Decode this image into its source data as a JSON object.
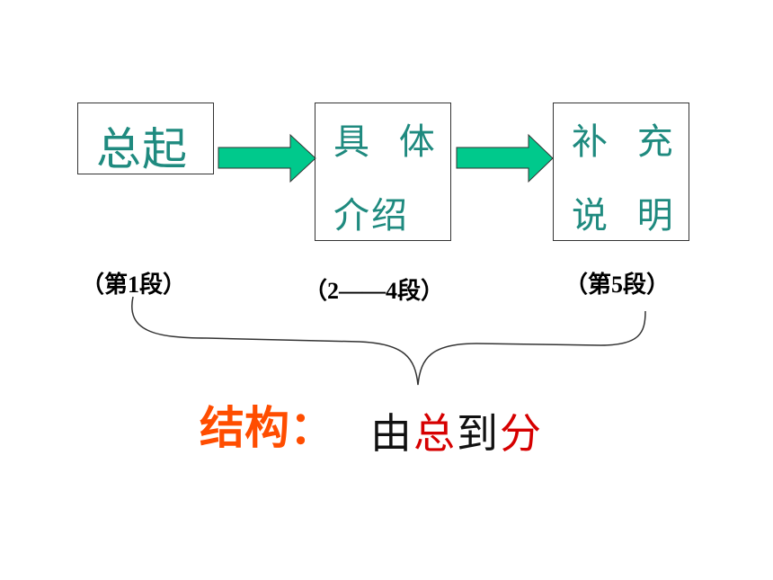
{
  "diagram": {
    "boxes": [
      {
        "lines": [
          "总起"
        ]
      },
      {
        "lines": [
          "具 体",
          "介绍"
        ]
      },
      {
        "lines": [
          "补 充",
          "说 明"
        ]
      }
    ],
    "paragraph_labels": [
      "（第1段）",
      "（2——4段）",
      "（第5段）"
    ],
    "structure": {
      "label": "结构：",
      "value_parts": [
        "由",
        "总",
        "到",
        "分"
      ]
    }
  },
  "colors": {
    "box_text": "#1f8a7f",
    "arrow_fill": "#00c98c",
    "label_orange": "#ff4d00",
    "accent_red": "#d60000"
  }
}
